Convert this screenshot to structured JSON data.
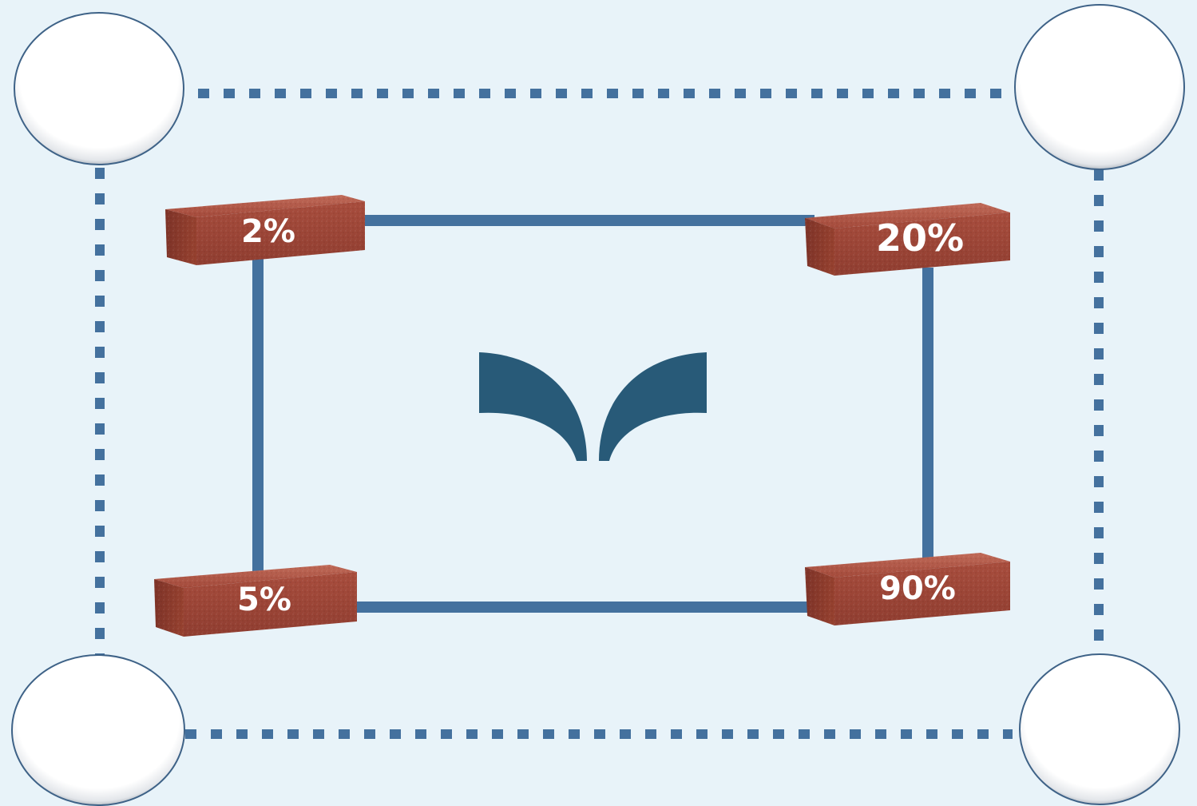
{
  "diagram": {
    "bricks": [
      {
        "id": "top-left",
        "label": "2%"
      },
      {
        "id": "top-right",
        "label": "20%"
      },
      {
        "id": "bottom-left",
        "label": "5%"
      },
      {
        "id": "bottom-right",
        "label": "90%"
      }
    ],
    "corner_circles": [
      {
        "id": "top-left"
      },
      {
        "id": "top-right"
      },
      {
        "id": "bottom-left"
      },
      {
        "id": "bottom-right"
      }
    ],
    "colors": {
      "background": "#e8f3f9",
      "line": "#44719e",
      "brick": "#a3493a",
      "logo": "#285a78",
      "circle_fill": "#ffffff"
    }
  }
}
